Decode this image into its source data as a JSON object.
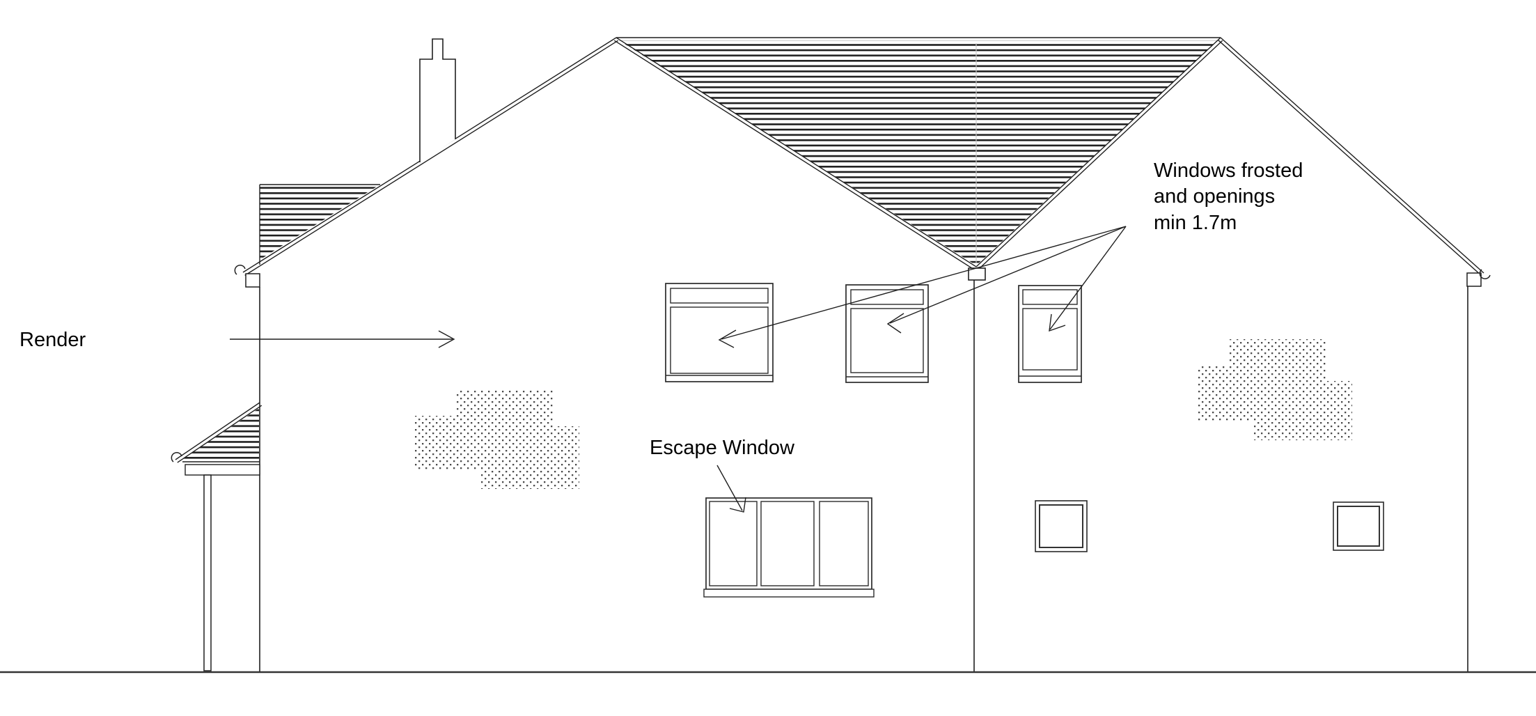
{
  "colors": {
    "ink": "#1f1f1f",
    "background": "#ffffff",
    "texture_dot": "#4a4a4a",
    "roof_hatch": "#1f1f1f"
  },
  "annotations": {
    "render": {
      "label": "Render"
    },
    "escape_window": {
      "label": "Escape Window"
    },
    "frosted_windows": {
      "lines": [
        "Windows frosted",
        "and openings",
        "min 1.7m"
      ]
    }
  }
}
